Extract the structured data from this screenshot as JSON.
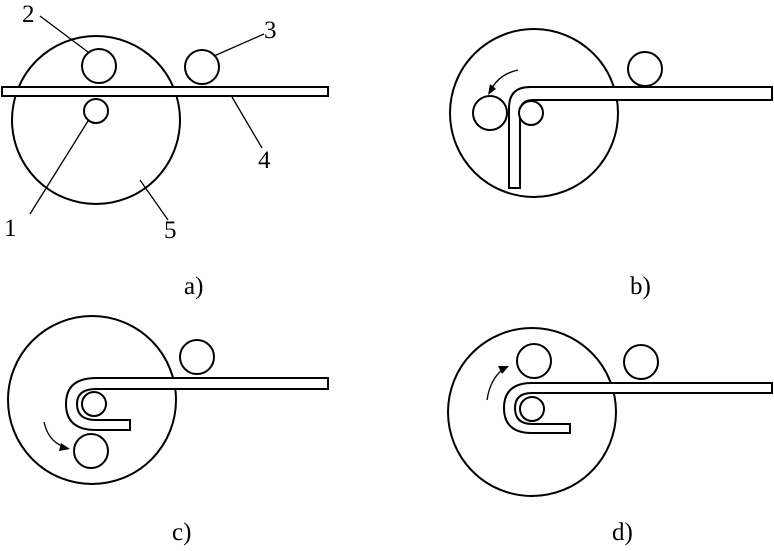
{
  "panels": {
    "a": {
      "caption": "a)",
      "callouts": {
        "n1": "1",
        "n2": "2",
        "n3": "3",
        "n4": "4",
        "n5": "5"
      }
    },
    "b": {
      "caption": "b)"
    },
    "c": {
      "caption": "c)"
    },
    "d": {
      "caption": "d)"
    }
  },
  "colors": {
    "line": "#000000",
    "background": "#ffffff"
  }
}
